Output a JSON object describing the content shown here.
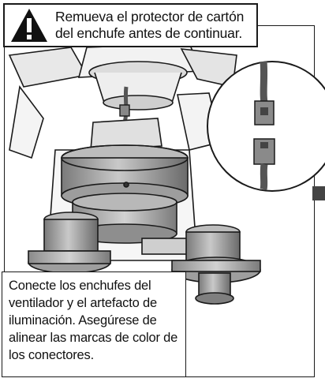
{
  "warning": {
    "line1": "Remueva el protector de cartón",
    "line2": "del enchufe antes de continuar."
  },
  "instruction": {
    "text": "Conecte los enchufes del ventilador y el artefacto de iluminación. Asegúrese de alinear las marcas de color de los conectores."
  },
  "icons": [
    "warning-triangle-icon"
  ],
  "colors": {
    "line": "#1a1a1a",
    "shade": "#9a9a9a",
    "shade_dark": "#6e6e6e",
    "shade_light": "#c8c8c8"
  }
}
